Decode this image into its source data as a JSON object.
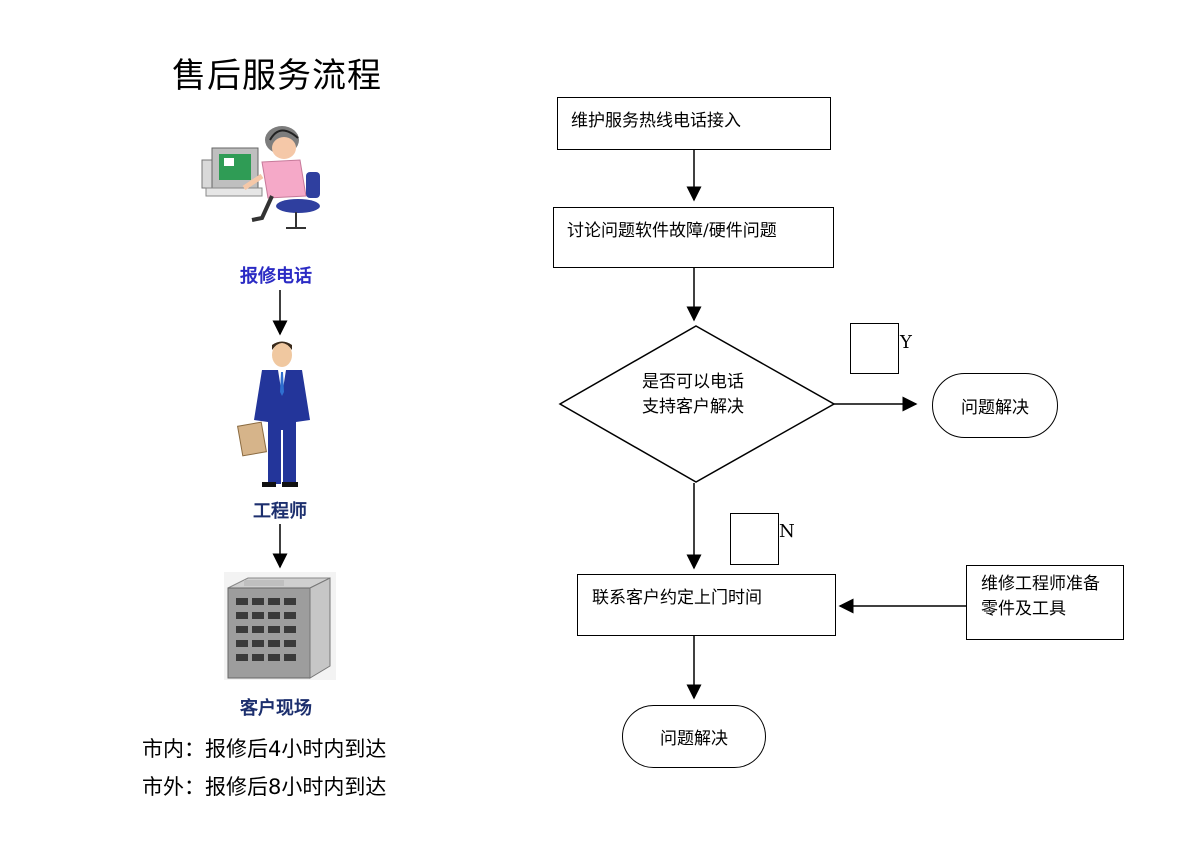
{
  "title": "售后服务流程",
  "left": {
    "step1_label": "报修电话",
    "step2_label": "工程师",
    "step3_label": "客户现场",
    "arrival_city": "市内：报修后4小时内到达",
    "arrival_outside": "市外：报修后8小时内到达"
  },
  "flow": {
    "hotline": "维护服务热线电话接入",
    "discuss": "讨论问题软件故障/硬件问题",
    "decision": "是否可以电话支持客户解决",
    "yes_mark": "Y",
    "no_mark": "N",
    "solved_yes": "问题解决",
    "contact": "联系客户约定上门时间",
    "prepare": "维修工程师准备零件及工具",
    "solved_end": "问题解决"
  },
  "icons": [
    "operator-icon",
    "engineer-icon",
    "building-icon"
  ]
}
